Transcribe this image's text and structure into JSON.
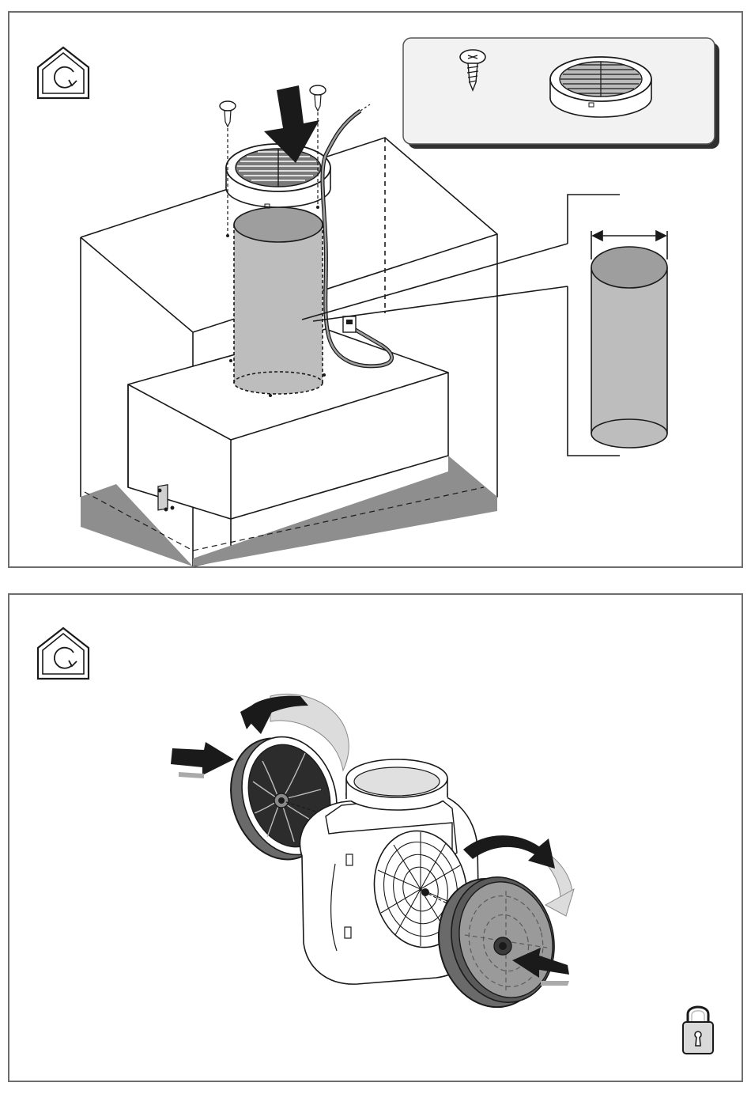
{
  "page": {
    "colors": {
      "frame": "#6e6e6e",
      "line": "#1a1a1a",
      "tube": "#bdbdbd",
      "filter_gray": "#9a9a9a",
      "floor_strip": "#8e8e8e",
      "rotate_arrow": "#dcdcdc",
      "lock_fill": "#d9d9d9"
    }
  },
  "panels": [
    {
      "id": "step-install-grille-and-tube",
      "icons": [
        "house-recirculation-icon"
      ],
      "parts": [
        "self-tapping-screw",
        "round-grille-collar",
        "hood-body",
        "cylindrical-duct",
        "power-cable-with-plug",
        "down-arrow"
      ],
      "inset_parts": [
        "screw-icon",
        "grille-collar-icon"
      ],
      "detail": [
        "duct-diameter-dimension-arrow",
        "duct-cylinder-detail"
      ]
    },
    {
      "id": "step-mount-carbon-filters",
      "icons": [
        "house-recirculation-icon",
        "padlock-icon"
      ],
      "parts": [
        "motor-fan-housing",
        "left-carbon-filter",
        "right-carbon-filter",
        "rotation-arrow-left",
        "rotation-arrow-right",
        "push-arrow-left",
        "push-arrow-right"
      ]
    }
  ]
}
